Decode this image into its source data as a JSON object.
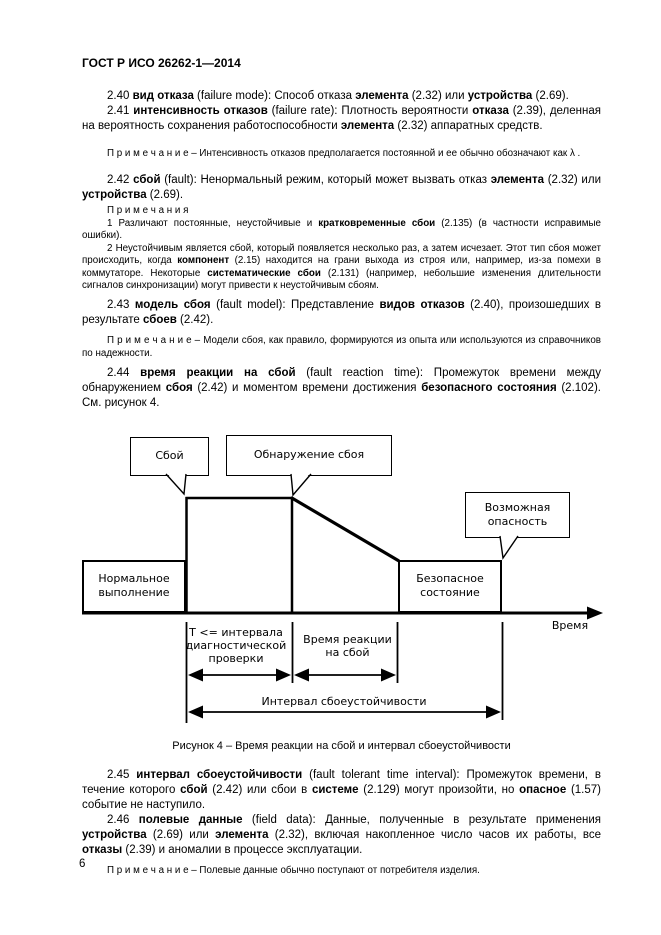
{
  "header": {
    "title": "ГОСТ Р ИСО 26262-1—2014"
  },
  "paragraphs": {
    "p240": {
      "segments": [
        {
          "t": "2.40 "
        },
        {
          "t": "вид отказа",
          "b": true
        },
        {
          "t": " (failure mode): Способ отказа "
        },
        {
          "t": "элемента",
          "b": true
        },
        {
          "t": " (2.32) или "
        },
        {
          "t": "устройства",
          "b": true
        },
        {
          "t": " (2.69)."
        }
      ]
    },
    "p241": {
      "segments": [
        {
          "t": "2.41 "
        },
        {
          "t": "интенсивность отказов",
          "b": true
        },
        {
          "t": " (failure rate): Плотность вероятности "
        },
        {
          "t": "отказа",
          "b": true
        },
        {
          "t": " (2.39), деленная на вероятность сохранения работоспособности "
        },
        {
          "t": "элемента",
          "b": true
        },
        {
          "t": " (2.32) аппаратных средств."
        }
      ]
    },
    "p242": {
      "segments": [
        {
          "t": "2.42 "
        },
        {
          "t": "сбой",
          "b": true
        },
        {
          "t": " (fault): Ненормальный режим, который может вызвать отказ "
        },
        {
          "t": "элемента",
          "b": true
        },
        {
          "t": " (2.32) или "
        },
        {
          "t": "устройства",
          "b": true
        },
        {
          "t": " (2.69)."
        }
      ]
    },
    "p243": {
      "segments": [
        {
          "t": "2.43 "
        },
        {
          "t": "модель сбоя",
          "b": true
        },
        {
          "t": " (fault model): Представление "
        },
        {
          "t": "видов отказов",
          "b": true
        },
        {
          "t": " (2.40), произошедших в результате "
        },
        {
          "t": "сбоев",
          "b": true
        },
        {
          "t": " (2.42)."
        }
      ]
    },
    "p244": {
      "segments": [
        {
          "t": "2.44 "
        },
        {
          "t": "время реакции на сбой",
          "b": true
        },
        {
          "t": " (fault reaction time): Промежуток времени между обнаружением "
        },
        {
          "t": "сбоя",
          "b": true
        },
        {
          "t": " (2.42) и моментом времени достижения "
        },
        {
          "t": "безопасного состояния",
          "b": true
        },
        {
          "t": " (2.102). См. рисунок 4."
        }
      ]
    },
    "p245": {
      "segments": [
        {
          "t": "2.45 "
        },
        {
          "t": "интервал сбоеустойчивости",
          "b": true
        },
        {
          "t": " (fault tolerant time interval): Промежуток времени, в течение которого "
        },
        {
          "t": "сбой",
          "b": true
        },
        {
          "t": " (2.42) или сбои в "
        },
        {
          "t": "системе",
          "b": true
        },
        {
          "t": " (2.129) могут произойти, но "
        },
        {
          "t": "опасное",
          "b": true
        },
        {
          "t": " (1.57) событие не наступило."
        }
      ]
    },
    "p246": {
      "segments": [
        {
          "t": "2.46 "
        },
        {
          "t": "полевые данные",
          "b": true
        },
        {
          "t": " (field data): Данные, полученные в результате применения "
        },
        {
          "t": "устройства",
          "b": true
        },
        {
          "t": " (2.69) или "
        },
        {
          "t": "элемента",
          "b": true
        },
        {
          "t": " (2.32), включая накопленное число часов их работы, все "
        },
        {
          "t": "отказы",
          "b": true
        },
        {
          "t": " (2.39) и аномалии в процессе эксплуатации."
        }
      ]
    }
  },
  "notes": {
    "note241": {
      "segments": [
        {
          "t": "П р и м е ч а н и е  –  Интенсивность отказов предполагается постоянной и ее обычно обозначают как λ ."
        }
      ]
    },
    "notes242": {
      "label": "П р и м е ч а н и я",
      "item1": {
        "segments": [
          {
            "t": "1 Различают постоянные, неустойчивые и "
          },
          {
            "t": "кратковременные сбои",
            "b": true
          },
          {
            "t": " (2.135) (в частности исправимые ошибки)."
          }
        ]
      },
      "item2": {
        "segments": [
          {
            "t": "2 Неустойчивым является сбой, который появляется несколько раз, а затем исчезает. Этот тип сбоя может происходить, когда "
          },
          {
            "t": "компонент",
            "b": true
          },
          {
            "t": " (2.15) находится на грани выхода из строя или, например, из-за помехи в коммутаторе. Некоторые "
          },
          {
            "t": "систематические сбои",
            "b": true
          },
          {
            "t": " (2.131) (например, небольшие изменения длительности сигналов синхронизации) могут привести к неустойчивым сбоям."
          }
        ]
      }
    },
    "note243": {
      "segments": [
        {
          "t": "П р и м е ч а н и е  –  Модели сбоя, как правило, формируются из опыта или используются из справочников по надежности."
        }
      ]
    },
    "note246": {
      "segments": [
        {
          "t": "П р и м е ч а н и е  –  Полевые данные обычно поступают от потребителя изделия."
        }
      ]
    }
  },
  "figure": {
    "callout_fault": "Сбой",
    "callout_detection": "Обнаружение сбоя",
    "callout_hazard": "Возможная опасность",
    "box_normal": "Нормальное выполнение",
    "box_safe": "Безопасное состояние",
    "axis_label": "Время",
    "dim_diagnostic": "T <= интервала диагностической проверки",
    "dim_reaction": "Время реакции на сбой",
    "dim_tolerance": "Интервал сбоеустойчивости",
    "caption": "Рисунок 4 –  Время реакции на сбой и интервал сбоеустойчивости"
  },
  "page_number": "6"
}
